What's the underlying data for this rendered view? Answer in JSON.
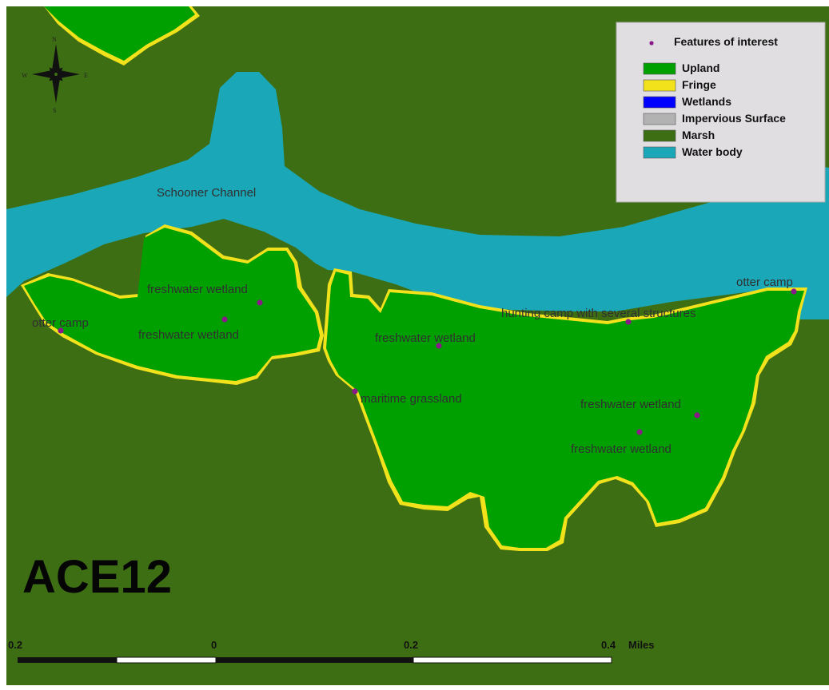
{
  "map_title": "ACE12",
  "colors": {
    "upland": "#00A000",
    "fringe": "#F2E21B",
    "wetlands": "#0000FF",
    "impervious": "#B2B2B2",
    "marsh": "#3E6E14",
    "water": "#1AA8B8",
    "feature_point": "#8A1A8A",
    "legend_bg": "#E0DEE0"
  },
  "compass": {
    "n": "N",
    "s": "S",
    "e": "E",
    "w": "W"
  },
  "legend": {
    "point_label": "Features of interest",
    "items": [
      {
        "label": "Upland",
        "color_key": "upland"
      },
      {
        "label": "Fringe",
        "color_key": "fringe"
      },
      {
        "label": "Wetlands",
        "color_key": "wetlands"
      },
      {
        "label": "Impervious Surface",
        "color_key": "impervious"
      },
      {
        "label": "Marsh",
        "color_key": "marsh"
      },
      {
        "label": "Water body",
        "color_key": "water"
      }
    ]
  },
  "water_label": "Schooner Channel",
  "features": [
    {
      "label": "freshwater wetland"
    },
    {
      "label": "freshwater wetland"
    },
    {
      "label": "otter camp"
    },
    {
      "label": "freshwater wetland"
    },
    {
      "label": "maritime grassland"
    },
    {
      "label": "hunting camp with several structures"
    },
    {
      "label": "otter camp"
    },
    {
      "label": "freshwater wetland"
    },
    {
      "label": "freshwater wetland"
    }
  ],
  "scale_bar": {
    "ticks": [
      "0.2",
      "0",
      "0.2",
      "0.4"
    ],
    "unit": "Miles"
  }
}
